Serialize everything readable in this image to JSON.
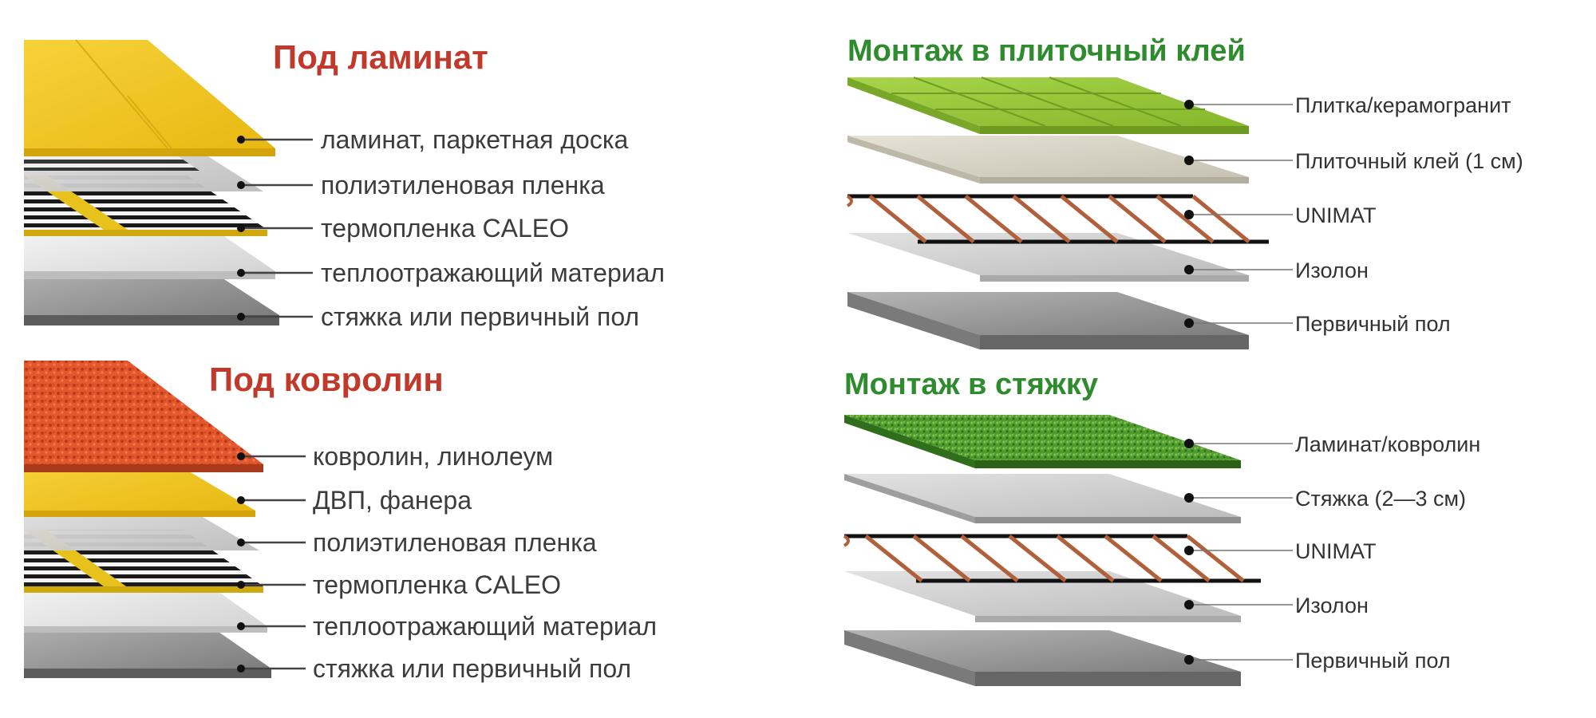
{
  "panels": {
    "laminate": {
      "title": "Под ламинат",
      "layers": [
        "ламинат, паркетная доска",
        "полиэтиленовая пленка",
        "термопленка CALEO",
        "теплоотражающий материал",
        "стяжка или первичный пол"
      ]
    },
    "carpet": {
      "title": "Под ковролин",
      "layers": [
        "ковролин, линолеум",
        "ДВП, фанера",
        "полиэтиленовая пленка",
        "термопленка CALEO",
        "теплоотражающий материал",
        "стяжка или первичный пол"
      ]
    },
    "tile": {
      "title": "Монтаж в плиточный клей",
      "layers": [
        "Плитка/керамогранит",
        "Плиточный клей (1 см)",
        "UNIMAT",
        "Изолон",
        "Первичный пол"
      ]
    },
    "screed": {
      "title": "Монтаж в стяжку",
      "layers": [
        "Ламинат/ковролин",
        "Стяжка (2—3 см)",
        "UNIMAT",
        "Изолон",
        "Первичный пол"
      ]
    }
  },
  "colors": {
    "title_red": "#c0392b",
    "title_green": "#2e8b2e",
    "laminate_yellow": "#f2c81e",
    "carpet_orange": "#e5552a",
    "tile_green": "#9ccc3c",
    "grass_green": "#4f9a2e",
    "cable_copper": "#b0603a",
    "concrete_gray": "#9a9a9a",
    "foil_white": "#ececec"
  }
}
